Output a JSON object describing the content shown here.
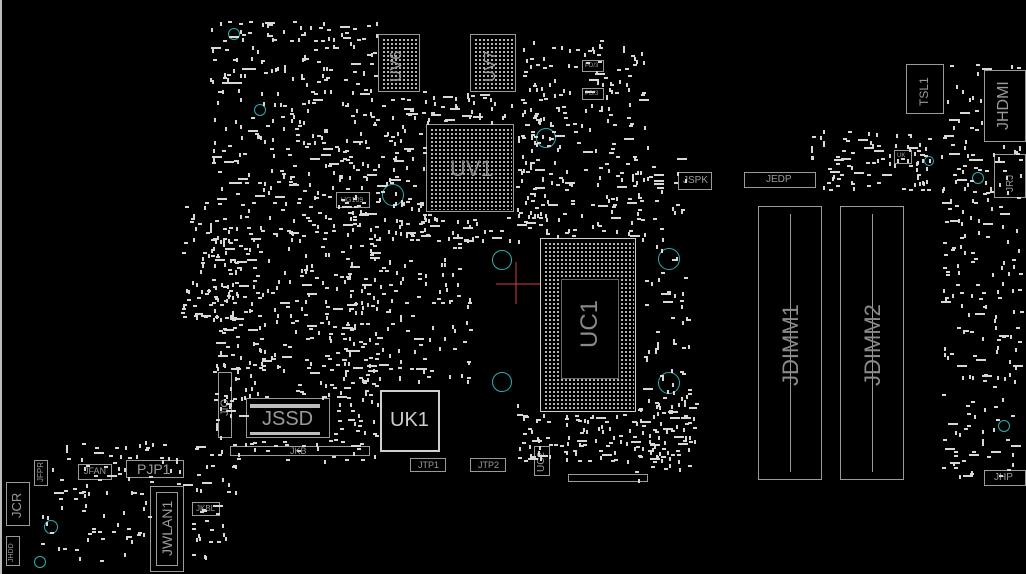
{
  "board": {
    "labels": {
      "uv6": "UV6",
      "uv7": "UV7",
      "uv1": "UV1",
      "uc1": "UC1",
      "uk1": "UK1",
      "jssd": "JSSD",
      "jkb": "JKB",
      "jio": "JIO",
      "jdimm1": "JDIMM1",
      "jdimm2": "JDIMM2",
      "jspk": "JSPK",
      "jedp": "JEDP",
      "tsl1": "TSL1",
      "jhdmi": "JHDMI",
      "jhp": "JHP",
      "jtp1": "JTP1",
      "jtp2": "JTP2",
      "uc2": "UC2",
      "pjp1": "PJP1",
      "jfan": "JFAN",
      "jcr": "JCR",
      "jwlan1": "JWLAN1",
      "jkbl": "JKBL",
      "jfpr": "JFPR",
      "jhdd": "JHDD",
      "ug109": "UG109",
      "pd_a": "PD/3",
      "pd_b": "PD/3",
      "jrj": "JRJ",
      "uk": "UK"
    }
  }
}
